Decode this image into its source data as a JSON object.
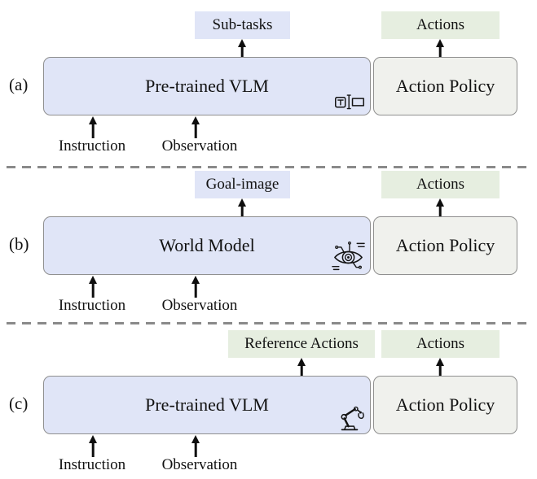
{
  "figure": {
    "colors": {
      "lavender": "#e0e5f7",
      "green": "#e6eee0",
      "policy_gray": "#f0f1ed",
      "border": "#8f8f8f",
      "arrow": "#0e0e0e"
    },
    "panels": [
      {
        "letter": "(a)",
        "main_label": "Pre-trained VLM",
        "main_icon": "text-prompt-icon",
        "output_label": "Sub-tasks",
        "output_style": "lavender",
        "policy_label": "Action Policy",
        "actions_label": "Actions",
        "input_labels": [
          "Instruction",
          "Observation"
        ]
      },
      {
        "letter": "(b)",
        "main_label": "World Model",
        "main_icon": "machine-vision-icon",
        "output_label": "Goal-image",
        "output_style": "lavender",
        "policy_label": "Action Policy",
        "actions_label": "Actions",
        "input_labels": [
          "Instruction",
          "Observation"
        ]
      },
      {
        "letter": "(c)",
        "main_label": "Pre-trained VLM",
        "main_icon": "robot-arm-icon",
        "output_label": "Reference Actions",
        "output_style": "green",
        "policy_label": "Action Policy",
        "actions_label": "Actions",
        "input_labels": [
          "Instruction",
          "Observation"
        ]
      }
    ]
  }
}
